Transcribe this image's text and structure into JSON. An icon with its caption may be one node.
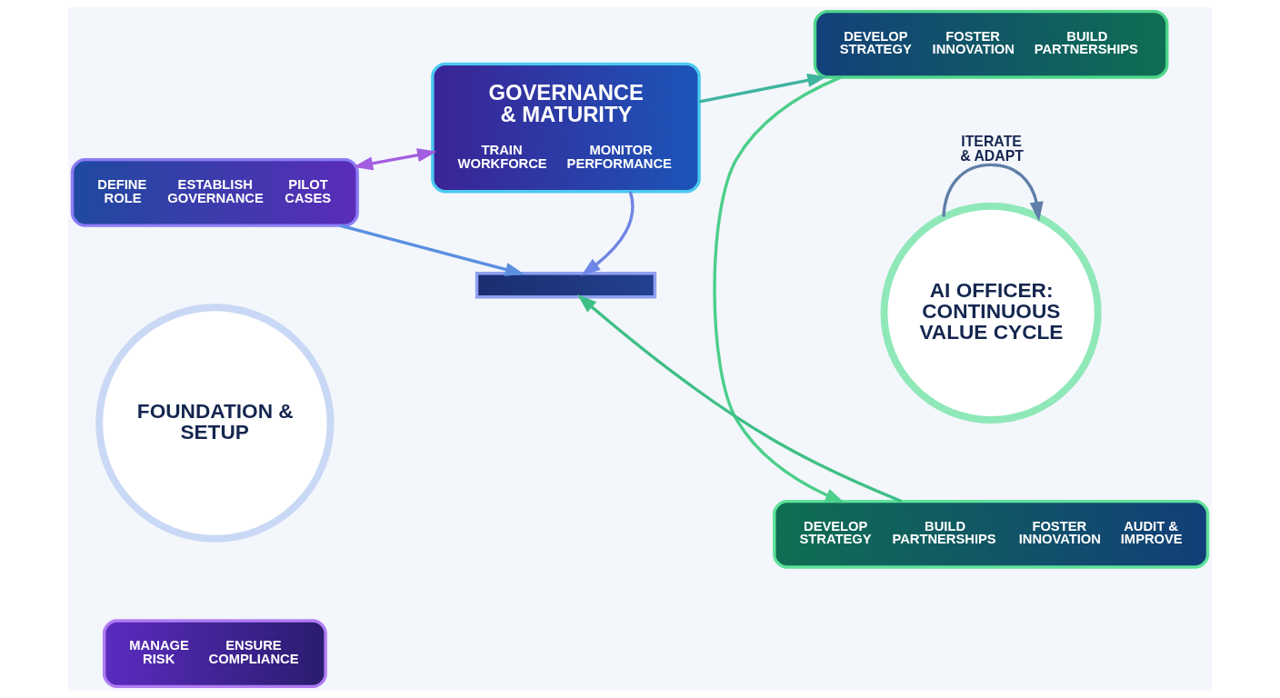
{
  "diagram": {
    "nodes": [
      {
        "text": [
          "DEFINE ROLE",
          "ESTABLISH GOVERNANCE",
          "PILOT CASES"
        ]
      },
      {
        "text": [
          "FOUNDATION & SETUP"
        ]
      },
      {
        "text": [
          "MANAGE RISK",
          "ENSURE COMPLIANCE"
        ]
      },
      {
        "text": [
          "GOVERNANCE & MATURITY",
          "TRAIN WORKFORCE",
          "MONITOR PERFORMANCE"
        ]
      },
      {
        "text": [],
        "shape": "bar"
      },
      {
        "text": [
          "DEVELOP STRATEGY",
          "FOSTER INNOVATION",
          "BUILD PARTNERSHIPS"
        ]
      },
      {
        "text": [
          "AI OFFICER: CONTINUOUS VALUE CYCLE"
        ]
      },
      {
        "text": [
          "DEVELOP STRATEGY",
          "BUILD PARTNERSHIPS",
          "FOSTER INNOVATION",
          "AUDIT & IMPROVE"
        ]
      }
    ],
    "edges": [
      {
        "from": 0,
        "to": 4,
        "arrow": "to",
        "color": "#5b8fe0"
      },
      {
        "from": 0,
        "to": 3,
        "arrow": "both",
        "color": "#a35ee0"
      },
      {
        "from": 3,
        "to": 4,
        "arrow": "to",
        "color": "#6f86e6"
      },
      {
        "from": 3,
        "to": 5,
        "arrow": "to",
        "color": "#3fb5a0"
      },
      {
        "from": 5,
        "to": 7,
        "arrow": "to",
        "color": "#4ccf8a"
      },
      {
        "from": 7,
        "to": 4,
        "arrow": "to",
        "color": "#3fbf86"
      },
      {
        "from": 6,
        "to": 6,
        "arrow": "to",
        "label": "ITERATE & ADAPT",
        "color": "#5f7fa8"
      }
    ]
  }
}
